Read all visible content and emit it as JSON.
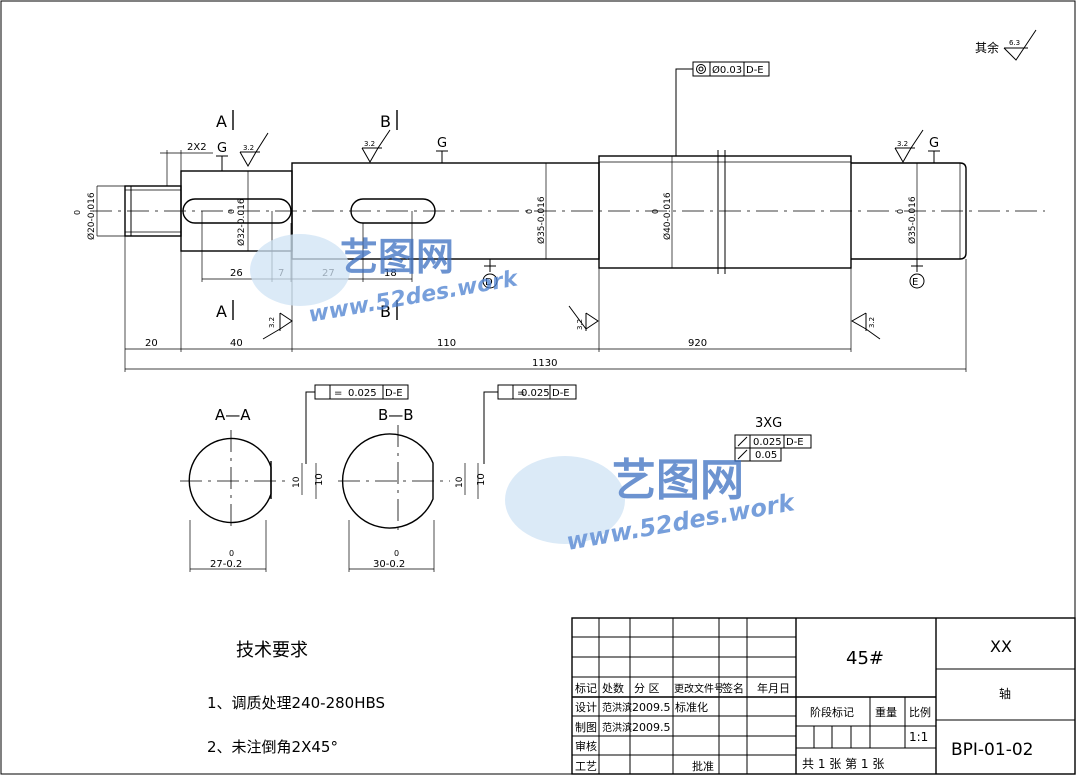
{
  "drawing": {
    "roughness_note": "其余",
    "roughness_note_value": "6.3",
    "section_labels": {
      "a_top": "A",
      "b_top": "B",
      "a_bottom": "A",
      "b_bottom": "B"
    },
    "datum_g": "G",
    "datum_d": "D",
    "datum_e": "E",
    "chamfer": "2X2",
    "roughness": "3.2",
    "diameters": {
      "d20": "Ø20-0.016",
      "d20_upper": "0",
      "d32": "Ø32-0.016",
      "d32_upper": "0",
      "d35a": "Ø35-0.016",
      "d35a_upper": "0",
      "d40": "Ø40-0.016",
      "d40_upper": "0",
      "d35b": "Ø35-0.016",
      "d35b_upper": "0"
    },
    "runout_tolerance": {
      "value": "Ø0.03",
      "datum": "D-E"
    },
    "key_dims": {
      "k26": "26",
      "k7": "7",
      "k27": "27",
      "k18": "18"
    },
    "length_dims": {
      "l20": "20",
      "l40": "40",
      "l110": "110",
      "l920": "920",
      "l1130": "1130"
    },
    "sections": [
      {
        "title": "A—A",
        "tol": "0.025",
        "datum": "D-E",
        "depth": "10",
        "width": "27-0.2",
        "width_upper": "0",
        "key": "10"
      },
      {
        "title": "B—B",
        "tol": "0.025",
        "datum": "D-E",
        "depth": "10",
        "width": "30-0.2",
        "width_upper": "0",
        "key": "10"
      }
    ],
    "xg_label": "3XG",
    "xg_tol1": {
      "value": "0.025",
      "datum": "D-E"
    },
    "xg_tol2": {
      "value": "0.05"
    }
  },
  "watermark": {
    "brand": "艺图网",
    "url": "www.52des.work"
  },
  "requirements": {
    "title": "技术要求",
    "items": [
      "1、调质处理240-280HBS",
      "2、未注倒角2X45°"
    ]
  },
  "title_block": {
    "material": "45#",
    "company": "XX",
    "part_name": "轴",
    "drawing_no": "BPI-01-02",
    "h_mark": "标记",
    "h_count": "处数",
    "h_zone": "分 区",
    "h_doc": "更改文件号",
    "h_sign": "签名",
    "h_date": "年月日",
    "r_design": "设计",
    "designer": "范洪滨",
    "design_date": "2009.5",
    "r_std": "标准化",
    "r_draw": "制图",
    "drafter": "范洪滨",
    "draw_date": "2009.5",
    "r_check": "审核",
    "r_process": "工艺",
    "r_approve": "批准",
    "stage_mark": "阶段标记",
    "weight": "重量",
    "scale_label": "比例",
    "scale": "1:1",
    "sheets": "共 1 张  第 1 张"
  }
}
